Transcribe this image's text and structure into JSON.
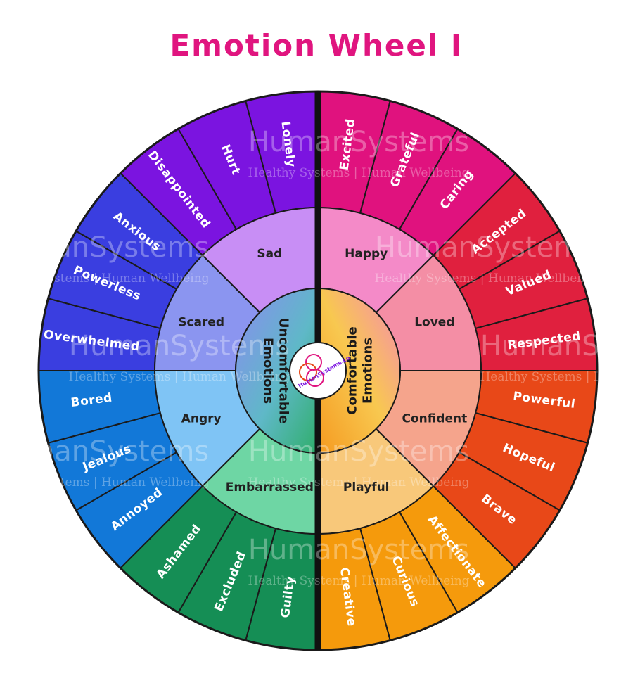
{
  "title": "Emotion Wheel I",
  "colors": {
    "title": "#e0157f",
    "divider": "#111111"
  },
  "center": {
    "logo_text": "HumanSystems.co",
    "uncomfortable_label": [
      "Uncomfortable",
      "Emotions"
    ],
    "comfortable_label": [
      "Comfortable",
      "Emotions"
    ]
  },
  "sections": [
    {
      "core": "Sad",
      "core_color": "#c88ef5",
      "outer_color": "#7b14e0",
      "emotions": [
        "Disappointed",
        "Hurt",
        "Lonely"
      ]
    },
    {
      "core": "Scared",
      "core_color": "#8b95f0",
      "outer_color": "#3a3ee0",
      "emotions": [
        "Overwhelmed",
        "Powerless",
        "Anxious"
      ]
    },
    {
      "core": "Angry",
      "core_color": "#7fc4f5",
      "outer_color": "#1278d8",
      "emotions": [
        "Annoyed",
        "Jealous",
        "Bored"
      ]
    },
    {
      "core": "Embarrassed",
      "core_color": "#6ed6a4",
      "outer_color": "#158e55",
      "emotions": [
        "Guilty",
        "Excluded",
        "Ashamed"
      ]
    },
    {
      "core": "Playful",
      "core_color": "#f8c87a",
      "outer_color": "#f59a0c",
      "emotions": [
        "Affectionate",
        "Curious",
        "Creative"
      ]
    },
    {
      "core": "Confident",
      "core_color": "#f5a48c",
      "outer_color": "#e84818",
      "emotions": [
        "Powerful",
        "Hopeful",
        "Brave"
      ]
    },
    {
      "core": "Loved",
      "core_color": "#f48ea5",
      "outer_color": "#e0203e",
      "emotions": [
        "Accepted",
        "Valued",
        "Respected"
      ]
    },
    {
      "core": "Happy",
      "core_color": "#f48ac8",
      "outer_color": "#e0127e",
      "emotions": [
        "Excited",
        "Grateful",
        "Caring"
      ]
    }
  ],
  "watermark": {
    "brand": "HumanSystems",
    "tagline": "Healthy Systems | Human Wellbeing"
  }
}
